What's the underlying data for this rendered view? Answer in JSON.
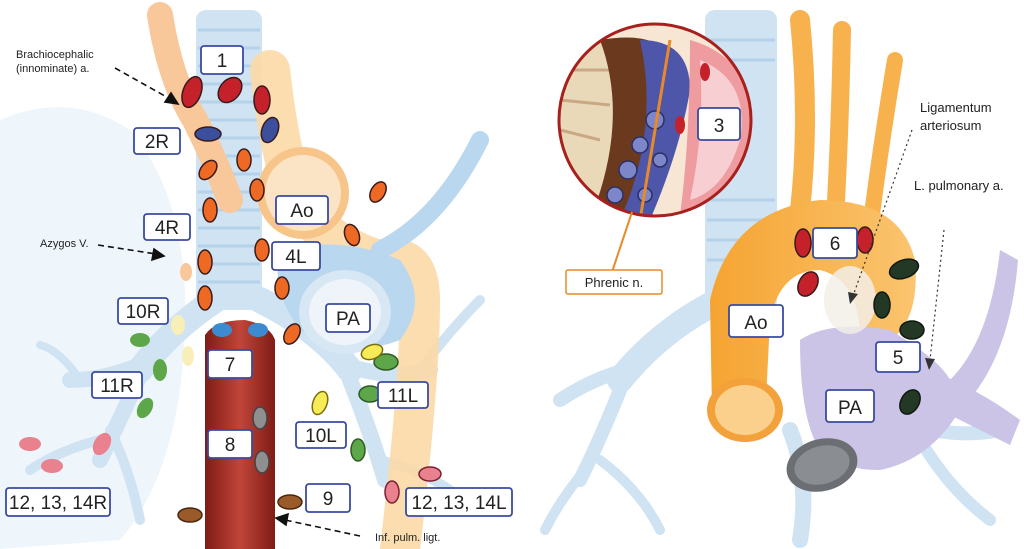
{
  "colors": {
    "trachea": "#cfe3f3",
    "trachea_ring": "#b6d2ea",
    "aorta": "#f7b14d",
    "aorta_light": "#fbd9a6",
    "pa": "#cbc4e6",
    "pa_blue": "#b9d7ee",
    "esophagus": "#a32a22",
    "box_border": "#3a4aa3",
    "node_red": "#c4212b",
    "node_navy": "#3b4f9c",
    "node_orange": "#ee6a24",
    "node_cream": "#f8eeb8",
    "node_green": "#5ea64a",
    "node_pink": "#e9818e",
    "node_yellow": "#f7ec57",
    "node_gray": "#8f8f8f",
    "node_brown": "#9b5a2a",
    "node_darkgreen": "#243826",
    "node_blue": "#3c8bd1"
  },
  "left_panel": {
    "stations": [
      "1",
      "2R",
      "4R",
      "4L",
      "Ao",
      "PA",
      "10R",
      "11R",
      "7",
      "8",
      "10L",
      "11L",
      "9",
      "12, 13, 14R",
      "12, 13, 14L"
    ],
    "annotations": {
      "brachiocephalic_line1": "Brachiocephalic",
      "brachiocephalic_line2": "(innominate) a.",
      "azygos": "Azygos V.",
      "inf_pulm": "Inf. pulm. ligt."
    }
  },
  "right_panel": {
    "stations": [
      "3",
      "6",
      "Ao",
      "5",
      "PA"
    ],
    "annotations": {
      "ligamentum_line1": "Ligamentum",
      "ligamentum_line2": "arteriosum",
      "l_pulmonary": "L. pulmonary a.",
      "phrenic": "Phrenic n."
    }
  }
}
